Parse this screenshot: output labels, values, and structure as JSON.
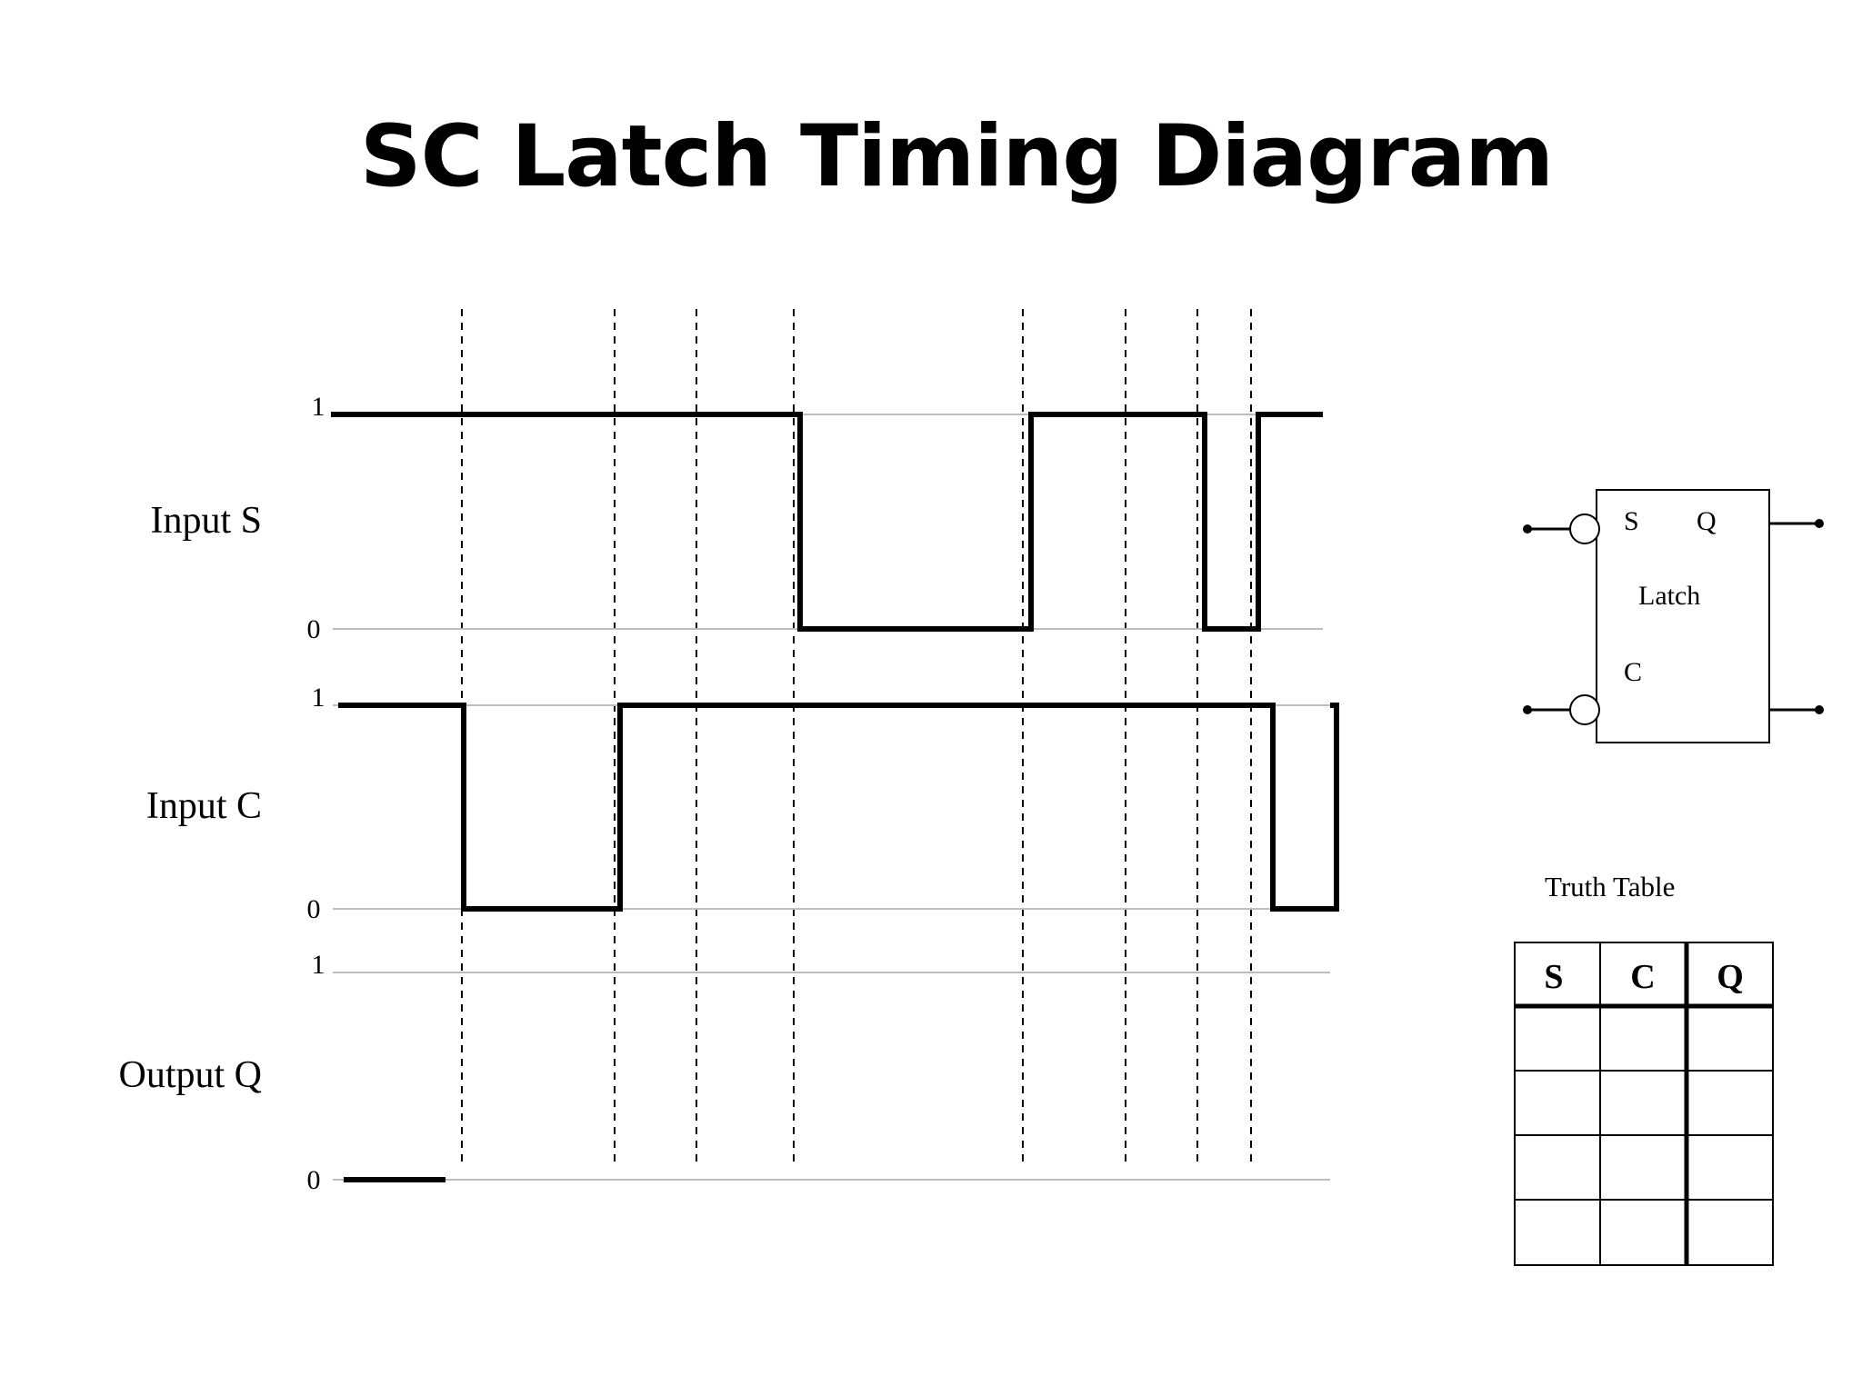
{
  "title": "SC Latch Timing Diagram",
  "timing": {
    "signals": [
      {
        "name": "Input S",
        "levels": [
          "1",
          "0"
        ],
        "waveform": [
          [
            0,
            1
          ],
          [
            4,
            0
          ],
          [
            5,
            1
          ],
          [
            7,
            0
          ],
          [
            8,
            1
          ]
        ]
      },
      {
        "name": "Input C",
        "levels": [
          "1",
          "0"
        ],
        "waveform": [
          [
            0,
            1
          ],
          [
            1,
            0
          ],
          [
            2,
            1
          ],
          [
            9,
            0
          ],
          [
            10,
            1
          ]
        ]
      },
      {
        "name": "Output Q",
        "levels": [
          "1",
          "0"
        ],
        "waveform": [
          [
            0,
            0
          ]
        ]
      }
    ]
  },
  "latch": {
    "label": "Latch",
    "inputs": [
      "S",
      "C"
    ],
    "output": "Q"
  },
  "truth_table": {
    "caption": "Truth Table",
    "headers": [
      "S",
      "C",
      "Q"
    ],
    "rows": [
      [
        "",
        "",
        ""
      ],
      [
        "",
        "",
        ""
      ],
      [
        "",
        "",
        ""
      ],
      [
        "",
        "",
        ""
      ]
    ]
  }
}
